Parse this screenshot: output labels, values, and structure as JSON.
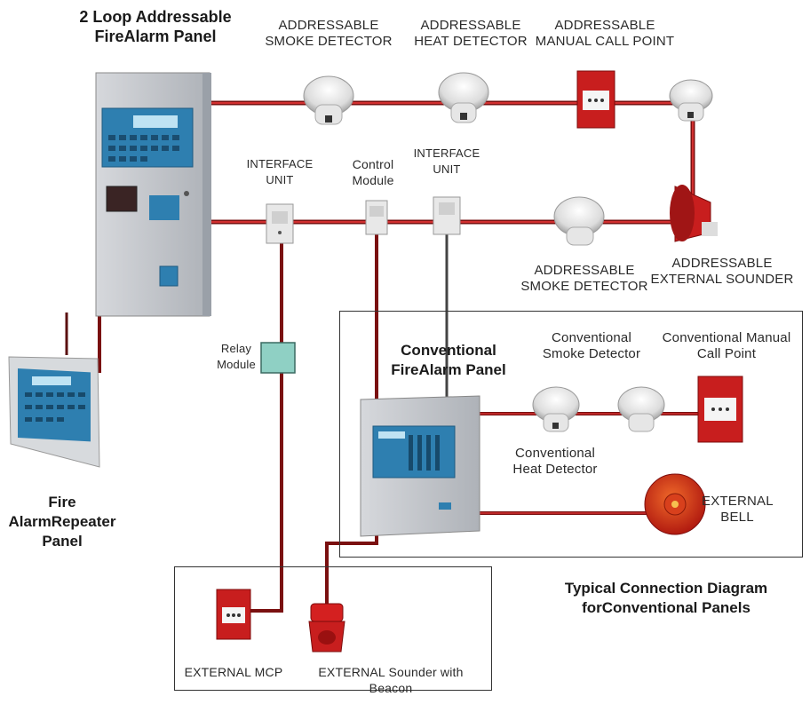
{
  "labels": {
    "main_panel": [
      "2 Loop Addressable Fire",
      "Alarm Panel"
    ],
    "smoke_top": [
      "ADDRESSABLE",
      "SMOKE DETECTOR"
    ],
    "heat_top": [
      "ADDRESSABLE",
      "HEAT DETECTOR"
    ],
    "mcp_top": [
      "ADDRESSABLE",
      "MANUAL CALL  POINT"
    ],
    "interface1": [
      "INTERFACE",
      "UNIT"
    ],
    "control_module": [
      "Control",
      "Module"
    ],
    "interface2": [
      "INTERFACE",
      "UNIT"
    ],
    "smoke_mid": [
      "ADDRESSABLE",
      "SMOKE DETECTOR"
    ],
    "sounder_mid": [
      "ADDRESSABLE",
      "EXTERNAL SOUNDER"
    ],
    "relay": [
      "Relay",
      "Module"
    ],
    "repeater": [
      "Fire Alarm",
      "Repeater Panel"
    ],
    "conv_panel": [
      "Conventional Fire",
      "Alarm Panel"
    ],
    "conv_smoke": [
      "Conventional",
      "Smoke Detector"
    ],
    "conv_mcp": [
      "Conventional  Manual",
      "Call Point"
    ],
    "conv_heat": [
      "Conventional",
      "Heat Detector"
    ],
    "ext_bell": [
      "EXTERNAL",
      "BELL"
    ],
    "caption": [
      "Typical Connection Diagram for",
      "Conventional Panels"
    ],
    "ext_mcp": "EXTERNAL MCP",
    "ext_sounder": "EXTERNAL Sounder with Beacon"
  },
  "colors": {
    "wire": "#7a1010",
    "wire_dark": "#222222",
    "device_red": "#c81e1e",
    "detector_white": "#e9e9e9",
    "panel_grey": "#c9ccd1",
    "display_blue": "#2d7fb3",
    "relay_teal": "#8fd0c4"
  }
}
